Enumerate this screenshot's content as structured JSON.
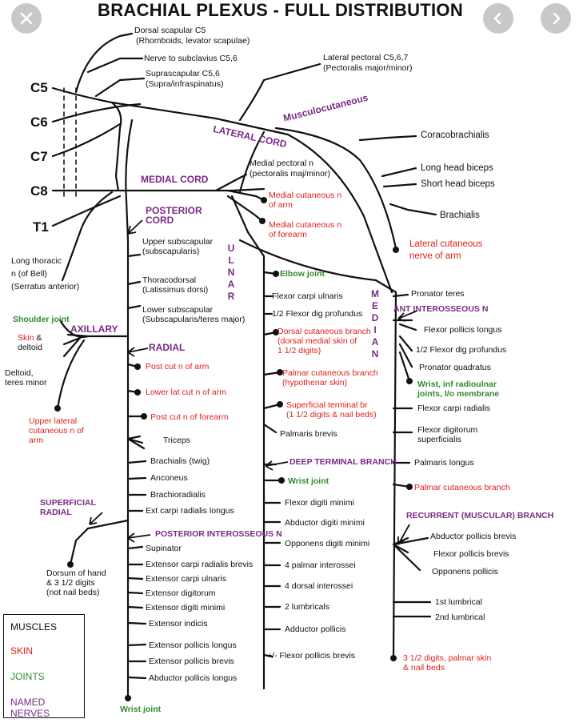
{
  "title": "BRACHIAL PLEXUS - FULL DISTRIBUTION",
  "controls": {
    "close_icon": "close-icon",
    "prev_icon": "chevron-left-icon",
    "next_icon": "chevron-right-icon"
  },
  "roots": [
    "C5",
    "C6",
    "C7",
    "C8",
    "T1"
  ],
  "cords": {
    "lateral": "LATERAL CORD",
    "medial": "MEDIAL CORD",
    "posterior": "POSTERIOR\nCORD",
    "musculocutaneous": "Musculocutaneous"
  },
  "upper": {
    "dorsal_scapular": "Dorsal scapular C5",
    "dorsal_scapular_sub": "(Rhomboids, levator scapulae)",
    "nerve_subclavius": "Nerve to subclavius C5,6",
    "suprascapular": "Suprascapular C5,6",
    "suprascapular_sub": "(Supra/infraspinatus)",
    "lateral_pectoral": "Lateral pectoral C5,6,7",
    "lateral_pectoral_sub": "(Pectoralis major/minor)",
    "medial_pectoral": "Medial pectoral n",
    "medial_pectoral_sub": "(pectoralis maj/minor)",
    "medial_cut_arm": "Medial cutaneous n\nof arm",
    "medial_cut_forearm": "Medial cutaneous n\nof forearm",
    "long_thoracic": "Long thoracic\nn (of Bell)\n(Serratus anterior)"
  },
  "musculocutaneous": {
    "coracobrachialis": "Coracobrachialis",
    "long_head": "Long head biceps",
    "short_head": "Short head biceps",
    "brachialis": "Brachialis",
    "lateral_cut": "Lateral cutaneous\nnerve of arm"
  },
  "posterior": {
    "upper_subscap": "Upper subscapular\n(subscapularis)",
    "thoracodorsal": "Thoracodorsal\n(Latissimus dorsi)",
    "lower_subscap": "Lower subscapular\n(Subscapularis/teres major)"
  },
  "axillary": {
    "label": "AXILLARY",
    "shoulder_joint": "Shoulder joint",
    "skin_deltoid_a": "Skin",
    "skin_deltoid_b": " &\ndeltoid",
    "deltoid_teres": "Deltoid,\nteres minor",
    "upper_lat_cut": "Upper lateral\ncutaneous n of\narm"
  },
  "radial": {
    "label": "RADIAL",
    "post_cut_arm": "Post cut n of arm",
    "lower_lat_cut": "Lower lat cut n of arm",
    "post_cut_forearm": "Post cut n of forearm",
    "triceps": "Triceps",
    "brachialis_twig": "Brachialis (twig)",
    "anconeus": "Anconeus",
    "brachioradialis": "Brachioradialis",
    "ecrl": "Ext carpi radialis longus",
    "superficial_radial": "SUPERFICIAL\nRADIAL",
    "dorsum_hand": "Dorsum of hand\n& 3 1/2 digits\n(not nail beds)",
    "pin": "POSTERIOR INTEROSSEOUS N",
    "pin_muscles": [
      "Supinator",
      "Extensor carpi radialis brevis",
      "Extensor carpi ulnaris",
      "Extensor digitorum",
      "Extensor digiti minimi",
      "Extensor indicis",
      "Extensor pollicis longus",
      "Extensor pollicis brevis",
      "Abductor pollicis longus"
    ],
    "wrist_joint": "Wrist joint"
  },
  "ulnar": {
    "label": "ULNAR",
    "elbow_joint": "Elbow joint",
    "fcu": "Flexor carpi ulnaris",
    "fdp": "1/2 Flexor dig profundus",
    "dorsal_cut": "Dorsal cutaneous branch\n(dorsal medial skin of\n1 1/2 digits)",
    "palmar_cut": "Palmar cutaneous branch\n(hypothenar skin)",
    "superficial_terminal": "Superficial terminal br\n(1 1/2 digits & nail beds)",
    "palmaris_brevis": "Palmaris brevis",
    "deep_terminal": "DEEP TERMINAL BRANCH",
    "wrist_joint": "Wrist joint",
    "deep_muscles": [
      "Flexor digiti minimi",
      "Abductor digiti minimi",
      "Opponens digiti minimi",
      "4 palmar interossei",
      "4 dorsal interossei",
      "2 lumbricals",
      "Adductor pollicis"
    ],
    "fpb": "+/- Flexor pollicis brevis"
  },
  "median": {
    "label": "MEDIAN",
    "pronator_teres": "Pronator teres",
    "ain": "ANT INTEROSSEOUS N",
    "fpl": "Flexor pollicis longus",
    "fdp": "1/2 Flexor dig profundus",
    "pq": "Pronator quadratus",
    "wrist_joints": "Wrist, inf radioulnar\njoints, I/o membrane",
    "fcr": "Flexor carpi radialis",
    "fds": "Flexor digitorum\nsuperficialis",
    "palmaris_longus": "Palmaris longus",
    "palmar_cut": "Palmar cutaneous branch",
    "recurrent": "RECURRENT (MUSCULAR) BRANCH",
    "apb": "Abductor pollicis brevis",
    "fpb": "Flexor pollicis brevis",
    "op": "Opponens pollicis",
    "lumb1": "1st lumbrical",
    "lumb2": "2nd lumbrical",
    "digits": "3 1/2 digits, palmar skin\n& nail beds"
  },
  "legend": {
    "muscles": "MUSCLES",
    "skin": "SKIN",
    "joints": "JOINTS",
    "named_nerves": "NAMED NERVES"
  },
  "colors": {
    "muscle": "#111111",
    "skin": "#e0201b",
    "joint": "#2e8b2e",
    "nerve": "#7a2a86"
  }
}
